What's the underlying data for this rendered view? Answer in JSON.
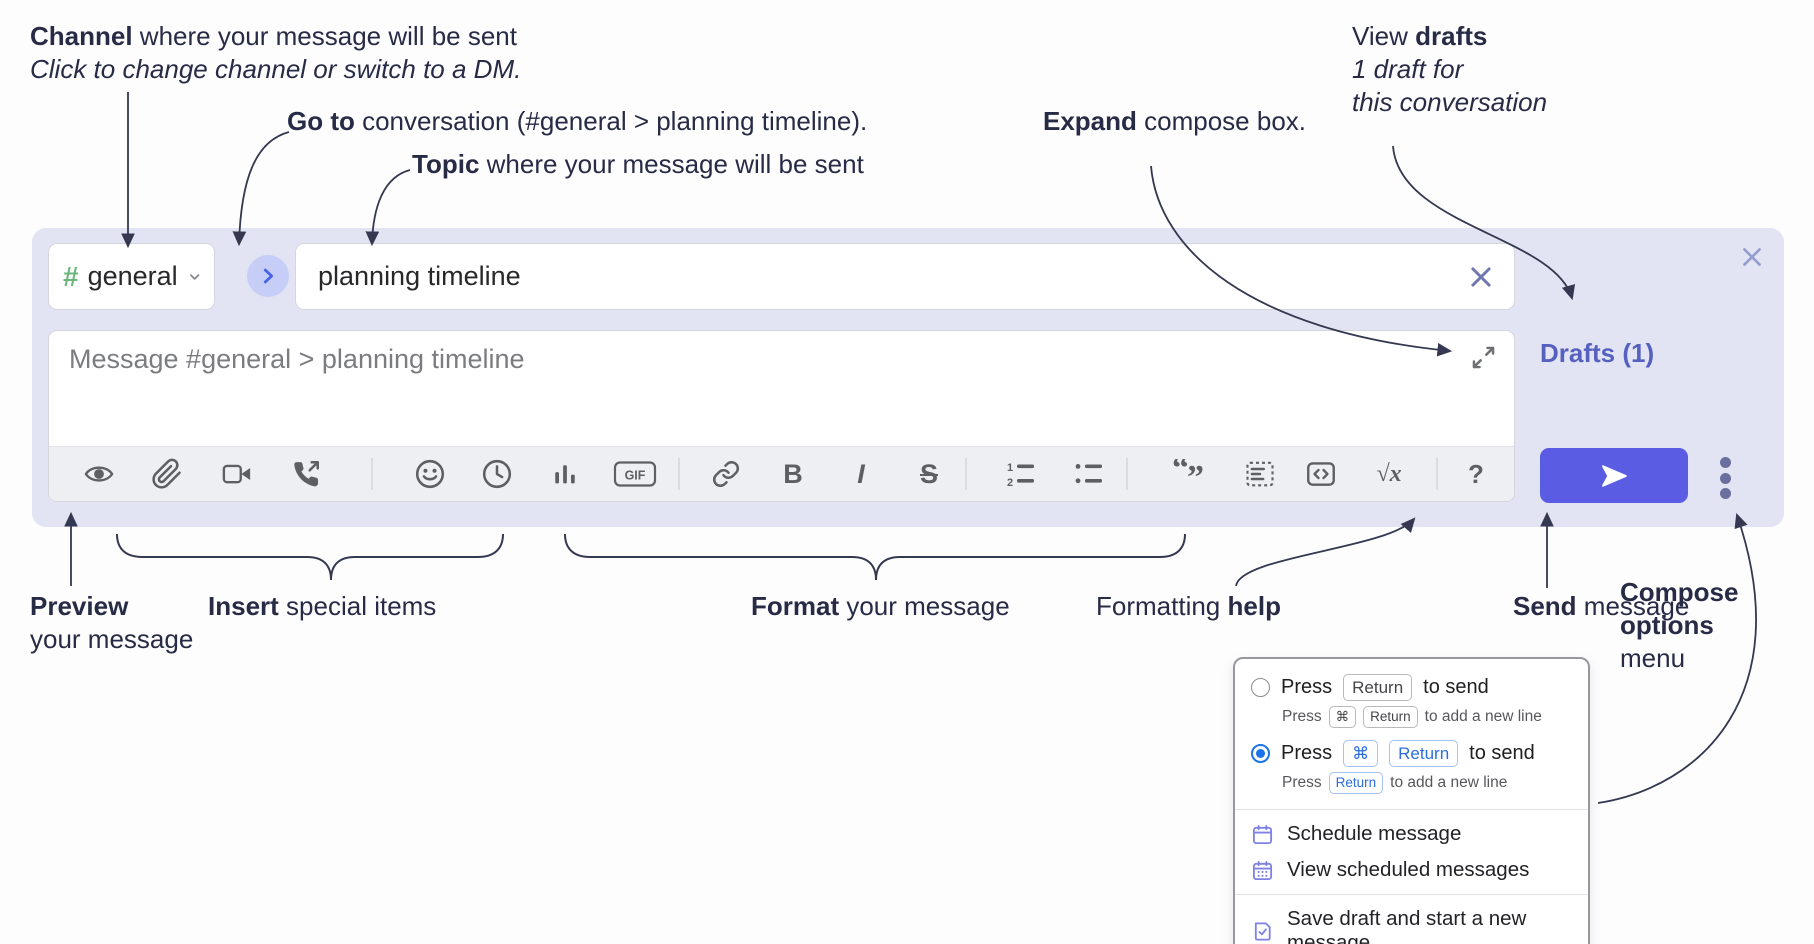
{
  "annotations": {
    "channel": {
      "bold": "Channel",
      "rest": " where your message will be sent",
      "sub": "Click to change channel or switch to a DM."
    },
    "goto": {
      "bold": "Go to",
      "rest": " conversation (#general > planning timeline)."
    },
    "topic": {
      "bold": "Topic",
      "rest": " where your message will be sent"
    },
    "expand": {
      "bold": "Expand",
      "rest": " compose box."
    },
    "view_drafts": {
      "pre": "View ",
      "bold": "drafts",
      "line2": "1 draft for",
      "line3": "this conversation"
    },
    "preview": {
      "bold": "Preview",
      "line2": "your message"
    },
    "insert": {
      "bold": "Insert",
      "rest": " special items"
    },
    "format": {
      "bold": "Format",
      "rest": " your message"
    },
    "formatting_help": {
      "pre": "Formatting ",
      "bold": "help"
    },
    "send": {
      "bold": "Send",
      "rest": " message"
    },
    "compose_options": {
      "line1": "Compose",
      "line2": "options",
      "line3": "menu"
    }
  },
  "composer": {
    "channel": {
      "hash": "#",
      "name": "general"
    },
    "topic_value": "planning timeline",
    "message_placeholder": "Message #general > planning timeline",
    "drafts_link": "Drafts (1)",
    "toolbar": {
      "glyphs": {
        "bold": "B",
        "italic": "I",
        "strike": "S",
        "gif": "GIF",
        "formula": "√x",
        "help": "?",
        "ol1": "1",
        "ol2": "2",
        "quote_open": "“",
        "quote_close": "”"
      }
    }
  },
  "options_menu": {
    "return_to_send": {
      "pre": "Press",
      "key": "Return",
      "post": "to send",
      "sub_pre": "Press",
      "sub_key1": "⌘",
      "sub_key2": "Return",
      "sub_post": "to add a new line"
    },
    "cmd_return_to_send": {
      "pre": "Press",
      "key1": "⌘",
      "key2": "Return",
      "post": "to send",
      "sub_pre": "Press",
      "sub_key": "Return",
      "sub_post": "to add a new line"
    },
    "items": [
      {
        "label": "Schedule message"
      },
      {
        "label": "View scheduled messages"
      },
      {
        "label": "Save draft and start a new message"
      }
    ]
  },
  "colors": {
    "accent_send": "#5b5ce4",
    "channel_green": "#6ab77e",
    "drafts_link": "#5560bf",
    "selected_radio": "#1a73e8",
    "keycap_blue": "#2b6ee2",
    "menu_icon_purple": "#7e82e5",
    "annotation_ink": "#272b45",
    "composer_bg": "#e2e4f3"
  }
}
